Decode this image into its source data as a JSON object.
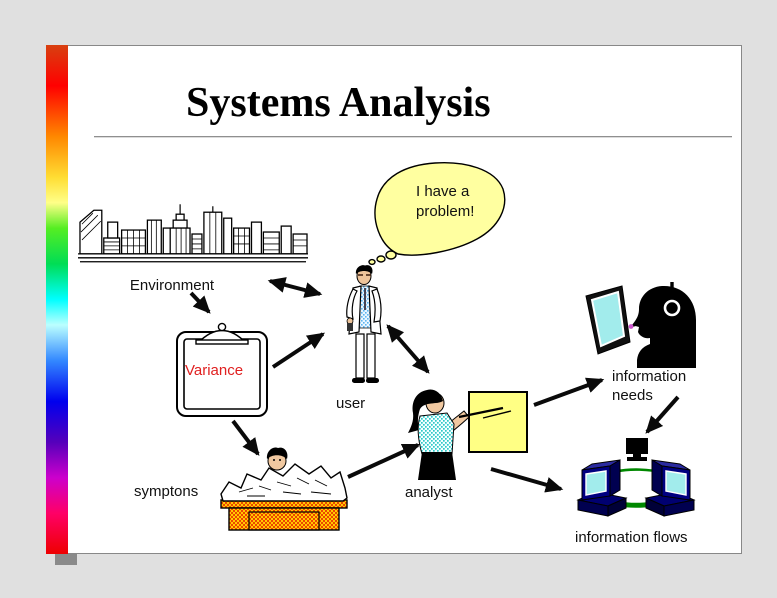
{
  "slide": {
    "title": "Systems Analysis"
  },
  "thought_bubble": {
    "line1": "I have a",
    "line2": "problem!"
  },
  "nodes": {
    "environment": {
      "label": "Environment"
    },
    "variance": {
      "label": "Variance"
    },
    "user": {
      "label": "user"
    },
    "symptons": {
      "label": "symptons"
    },
    "analyst": {
      "label": "analyst"
    },
    "information_needs": {
      "line1": "information",
      "line2": "needs"
    },
    "information_flows": {
      "label": "information flows"
    }
  },
  "illustrations": [
    "city-skyline-icon",
    "thought-bubble-icon",
    "clipboard-icon",
    "businessman-icon",
    "presenter-with-board-icon",
    "headset-operator-icon",
    "networked-computers-icon",
    "desk-buried-in-papers-icon"
  ],
  "colors": {
    "page_background": "#e0e0e0",
    "slide_background": "#ffffff",
    "slide_border": "#888888",
    "title_text": "#000000",
    "bubble_fill": "#ffffa0",
    "board_fill": "#ffff84",
    "variance_text": "#e02020",
    "computer_navy": "#000080",
    "screen_cyan": "#a2ecec",
    "flow_arrow_green": "#008800",
    "desk_checker_red": "#ee4400",
    "desk_checker_yellow": "#ffcc00",
    "arrow_black": "#0a0a0a"
  }
}
